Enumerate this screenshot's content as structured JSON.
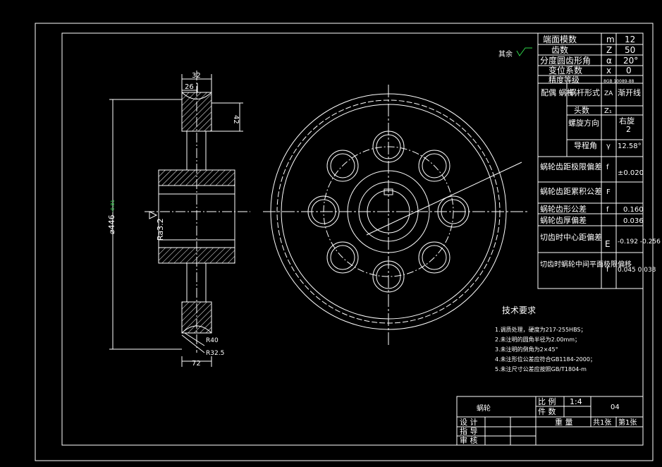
{
  "surface_note_label": "其余",
  "roughness_symbol": "Ra3.2",
  "gear_dims": {
    "width_top": "32",
    "width_inner": "26",
    "tooth_height": "42",
    "diameter": "⌀446",
    "tolerance": "-0.81",
    "r_outer": "R40",
    "r_inner": "R32.5",
    "bottom_width": "72"
  },
  "param_table": [
    {
      "name": "端面模数",
      "sym": "m",
      "val": "12"
    },
    {
      "name": "齿数",
      "sym": "Z",
      "val": "50"
    },
    {
      "name": "分度圆齿形角",
      "sym": "α",
      "val": "20°"
    },
    {
      "name": "变位系数",
      "sym": "x",
      "val": "0"
    },
    {
      "name": "精度等级",
      "sym": "",
      "val": "8GB 10089-88"
    }
  ],
  "pair_table": {
    "group": "配偶 蜗杆",
    "rows": [
      {
        "name": "蜗杆形式",
        "sym": "ZA",
        "val": "渐开线"
      },
      {
        "name": "头数",
        "sym": "Z₁",
        "val": "2"
      },
      {
        "name": "螺旋方向",
        "sym": "",
        "val": "右旋"
      },
      {
        "name": "导程角",
        "sym": "γ",
        "val": "12.58°"
      }
    ]
  },
  "tol_table": [
    {
      "name": "蜗轮齿距极限偏差",
      "sym": "f",
      "val": "±0.020"
    },
    {
      "name": "蜗轮齿距累积公差",
      "sym": "F",
      "val": ""
    },
    {
      "name": "蜗轮齿形公差",
      "sym": "f",
      "val": "0.160"
    },
    {
      "name": "蜗轮齿厚偏差",
      "sym": "",
      "val": "0.036"
    },
    {
      "name": "切齿时中心距偏差",
      "sym": "E",
      "val": "-0.192 -0.256"
    },
    {
      "name": "切齿时蜗轮中间平面极限偏移",
      "sym": "f",
      "val": "0.045 0.038"
    }
  ],
  "tech_title": "技术要求",
  "tech_notes": [
    "1.调质处理，硬度为217-255HBS；",
    "2.未注明的圆角半径为2.00mm；",
    "3.未注明的倒角为2×45°",
    "4.未注形位公差应符合GB1184-2000；",
    "5.未注尺寸公差应按照GB/T1804-m"
  ],
  "title_block": {
    "part_name": "蜗轮",
    "scale_label": "比 例",
    "scale": "1:4",
    "count_label": "件 数",
    "drawing_no": "04",
    "weight_label": "重 量",
    "sheets": "共1张",
    "sheet_no": "第1张",
    "design": "设 计",
    "guide": "指 导",
    "review": "审 核"
  }
}
